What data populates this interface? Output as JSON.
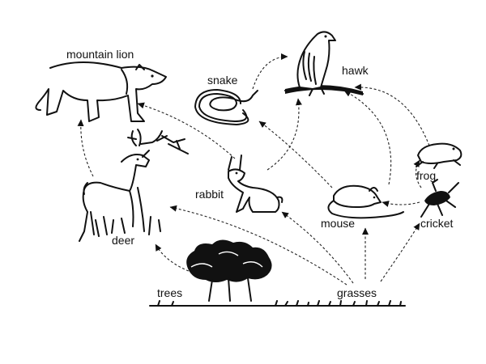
{
  "labels": {
    "mountain_lion": "mountain lion",
    "hawk": "hawk",
    "snake": "snake",
    "frog": "frog",
    "rabbit": "rabbit",
    "deer": "deer",
    "mouse": "mouse",
    "cricket": "cricket",
    "trees": "trees",
    "grasses": "grasses"
  },
  "food_web": [
    {
      "from": "trees",
      "to": "deer"
    },
    {
      "from": "grasses",
      "to": "deer"
    },
    {
      "from": "grasses",
      "to": "rabbit"
    },
    {
      "from": "grasses",
      "to": "mouse"
    },
    {
      "from": "grasses",
      "to": "cricket"
    },
    {
      "from": "deer",
      "to": "mountain lion"
    },
    {
      "from": "rabbit",
      "to": "mountain lion"
    },
    {
      "from": "rabbit",
      "to": "hawk"
    },
    {
      "from": "mouse",
      "to": "snake"
    },
    {
      "from": "mouse",
      "to": "hawk"
    },
    {
      "from": "snake",
      "to": "hawk"
    },
    {
      "from": "frog",
      "to": "hawk"
    },
    {
      "from": "cricket",
      "to": "mouse"
    },
    {
      "from": "cricket",
      "to": "frog"
    }
  ],
  "colors": {
    "ink": "#111111",
    "background": "#ffffff"
  }
}
